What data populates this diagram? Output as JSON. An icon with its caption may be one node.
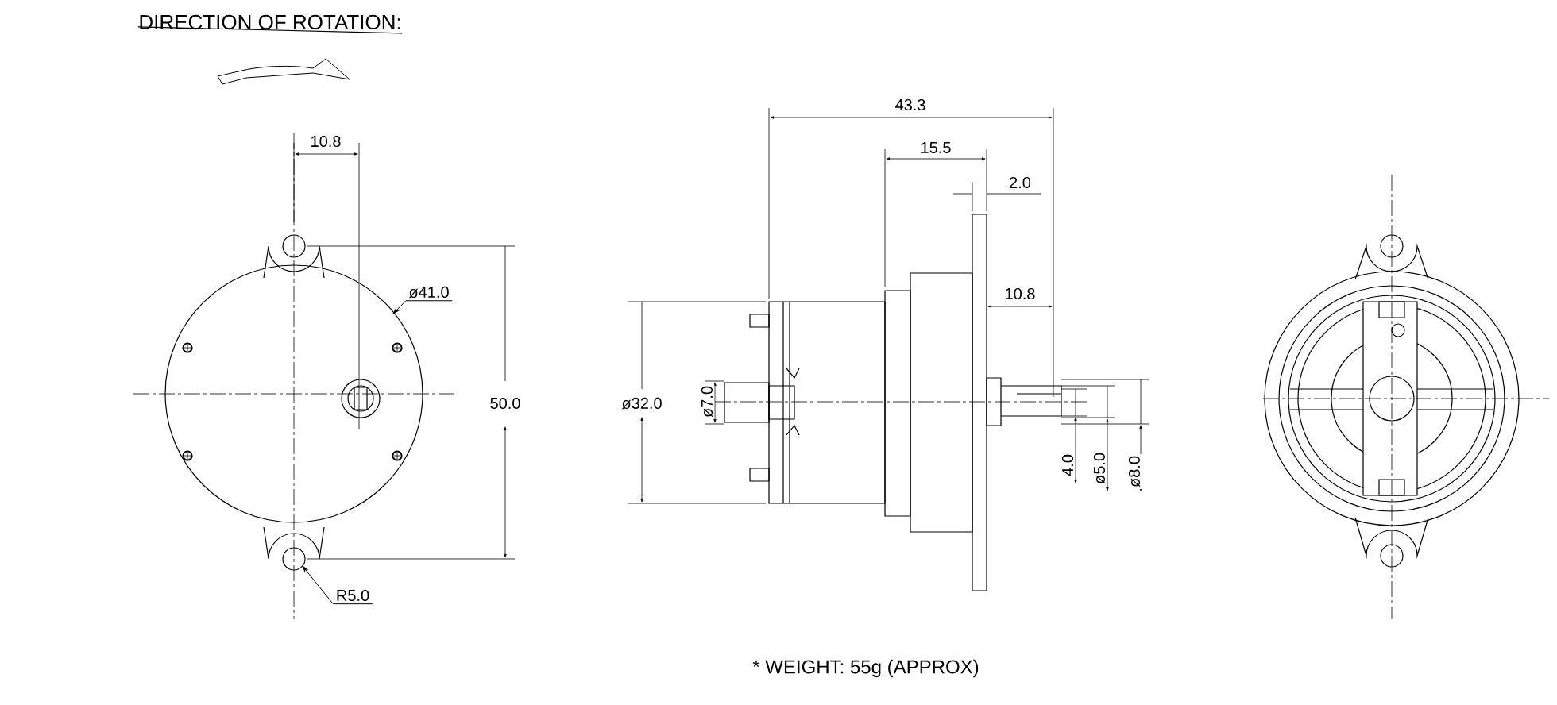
{
  "diagram": {
    "title": "DIRECTION OF ROTATION:",
    "caption": "* WEIGHT: 55g (APPROX)",
    "nodes": [
      {
        "text": [
          "ø41.0"
        ]
      },
      {
        "text": [
          "R5.0"
        ]
      }
    ],
    "edges": [
      {
        "from": 0,
        "to": null,
        "arrow": "to"
      },
      {
        "from": 1,
        "to": null,
        "arrow": "to"
      }
    ],
    "labels": [
      "10.8",
      "50.0",
      "43.3",
      "15.5",
      "2.0",
      "10.8",
      "ø32.0",
      "ø7.0",
      "4.0",
      "ø5.0",
      "ø8.0"
    ]
  }
}
